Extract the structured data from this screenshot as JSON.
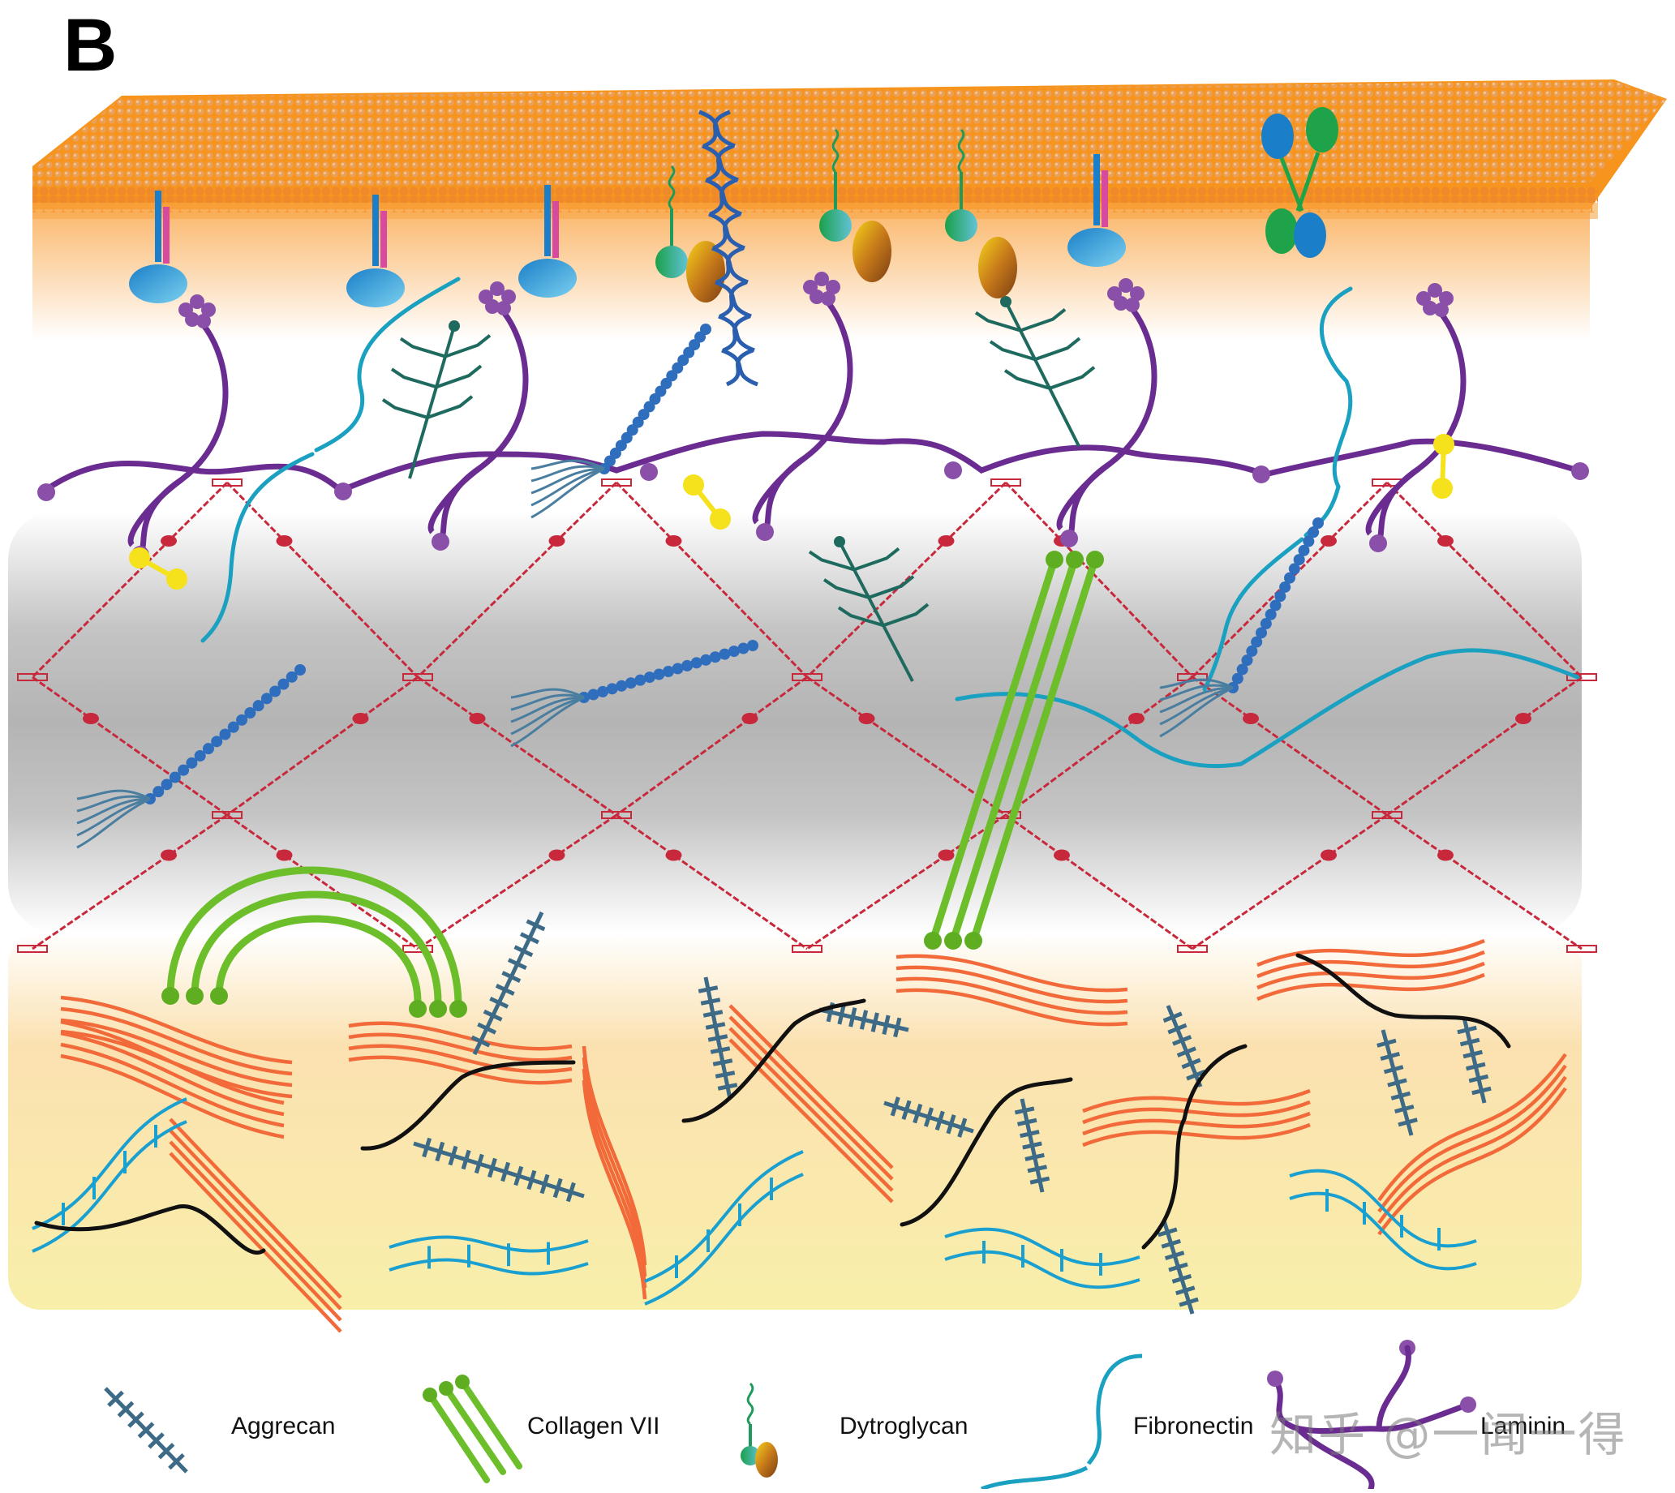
{
  "figure": {
    "panel_label": "B"
  },
  "legend": {
    "items": [
      {
        "label": "Aggrecan",
        "icon": "aggrecan-icon"
      },
      {
        "label": "Collagen VII",
        "icon": "collagen-vii-icon"
      },
      {
        "label": "Dytroglycan",
        "icon": "dystroglycan-icon"
      },
      {
        "label": "Fibronectin",
        "icon": "fibronectin-icon"
      },
      {
        "label": "Laminin",
        "icon": "laminin-icon"
      }
    ]
  },
  "watermark": {
    "text": "知乎 @一闻一得"
  },
  "colors": {
    "membrane_orange": "#f7941d",
    "lipid_head": "#f2a862",
    "laminin_purple": "#6a2c91",
    "laminin_knob": "#8a4fa8",
    "collagen_iv_red": "#c8283c",
    "fibronectin_teal": "#1aa0c0",
    "collagen_vii_green": "#6cbf2a",
    "collagen_i_orange": "#f26a3a",
    "aggrecan_slate": "#3d6a86",
    "perlecan_blue": "#2f6dbd",
    "nidogen_yellow": "#f5e11c",
    "elastic_black": "#111111",
    "integrin_cyan": "#3cb8e0",
    "dystroglycan_green": "#1fa34a",
    "lamina_densa_grey": "#bcbcbc",
    "reticular_cream": "#f9edb0"
  }
}
